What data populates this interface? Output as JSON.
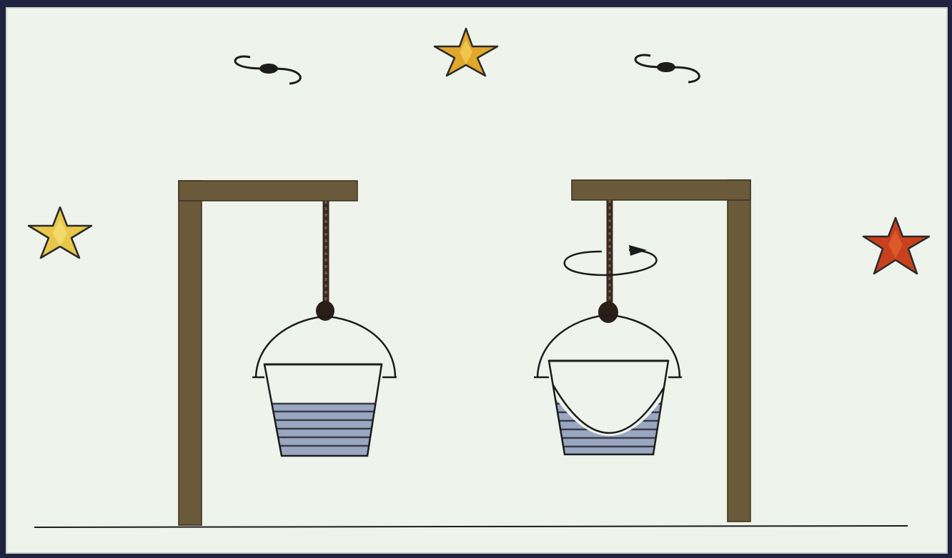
{
  "diagram": {
    "description": "",
    "colors": {
      "frame_border": "#1f2340",
      "background": "#eef4ec",
      "post": "#6b5a3a",
      "post_edge": "#3a2f1c",
      "rope": "#3b2a22",
      "ink": "#1c1c1c",
      "water": "#9aa7c2",
      "water_line": "#3c3c46",
      "star_yellow": "#e7c84a",
      "star_gold": "#e0a72b",
      "star_red": "#c8401e"
    },
    "setups": [
      {
        "id": "left",
        "state": "bucket-at-rest",
        "water_surface": "flat"
      },
      {
        "id": "right",
        "state": "bucket-rotating",
        "water_surface": "concave"
      }
    ],
    "icons": [
      "star-icon",
      "swirl-icon",
      "rotation-arrow-icon"
    ]
  }
}
